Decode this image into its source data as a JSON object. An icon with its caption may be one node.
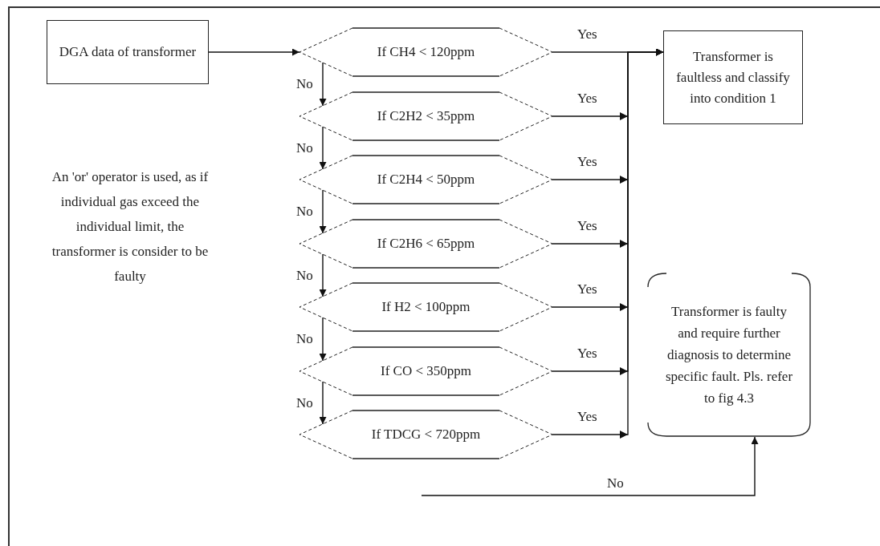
{
  "diagram": {
    "nodes": [
      {
        "text": [
          "DGA data of transformer"
        ]
      },
      {
        "text": [
          "If CH4 < 120ppm"
        ]
      },
      {
        "text": [
          "If C2H2 < 35ppm"
        ]
      },
      {
        "text": [
          "If C2H4 < 50ppm"
        ]
      },
      {
        "text": [
          "If C2H6 < 65ppm"
        ]
      },
      {
        "text": [
          "If H2 < 100ppm"
        ]
      },
      {
        "text": [
          "If CO < 350ppm"
        ]
      },
      {
        "text": [
          "If TDCG < 720ppm"
        ]
      },
      {
        "text": [
          "Transformer is faultless and classify into condition 1"
        ]
      },
      {
        "text": [
          "Transformer is faulty and require further diagnosis to determine specific fault. Pls. refer to fig 4.3"
        ]
      }
    ],
    "edges": [
      {
        "from": 0,
        "to": 1,
        "arrow": "to"
      },
      {
        "from": 1,
        "to": 2,
        "arrow": "to",
        "label": "No"
      },
      {
        "from": 2,
        "to": 3,
        "arrow": "to",
        "label": "No"
      },
      {
        "from": 3,
        "to": 4,
        "arrow": "to",
        "label": "No"
      },
      {
        "from": 4,
        "to": 5,
        "arrow": "to",
        "label": "No"
      },
      {
        "from": 5,
        "to": 6,
        "arrow": "to",
        "label": "No"
      },
      {
        "from": 6,
        "to": 7,
        "arrow": "to",
        "label": "No"
      },
      {
        "from": 1,
        "to": 8,
        "arrow": "to",
        "label": "Yes"
      },
      {
        "from": 2,
        "to": 8,
        "arrow": "to",
        "label": "Yes"
      },
      {
        "from": 3,
        "to": 8,
        "arrow": "to",
        "label": "Yes"
      },
      {
        "from": 4,
        "to": 8,
        "arrow": "to",
        "label": "Yes"
      },
      {
        "from": 5,
        "to": 8,
        "arrow": "to",
        "label": "Yes"
      },
      {
        "from": 6,
        "to": 8,
        "arrow": "to",
        "label": "Yes"
      },
      {
        "from": 7,
        "to": 8,
        "arrow": "to",
        "label": "Yes"
      },
      {
        "from": null,
        "to": 9,
        "arrow": "to",
        "label": "No"
      }
    ],
    "labels": [
      "An 'or' operator is used, as if individual gas exceed the individual limit, the transformer is consider to be faulty"
    ]
  }
}
